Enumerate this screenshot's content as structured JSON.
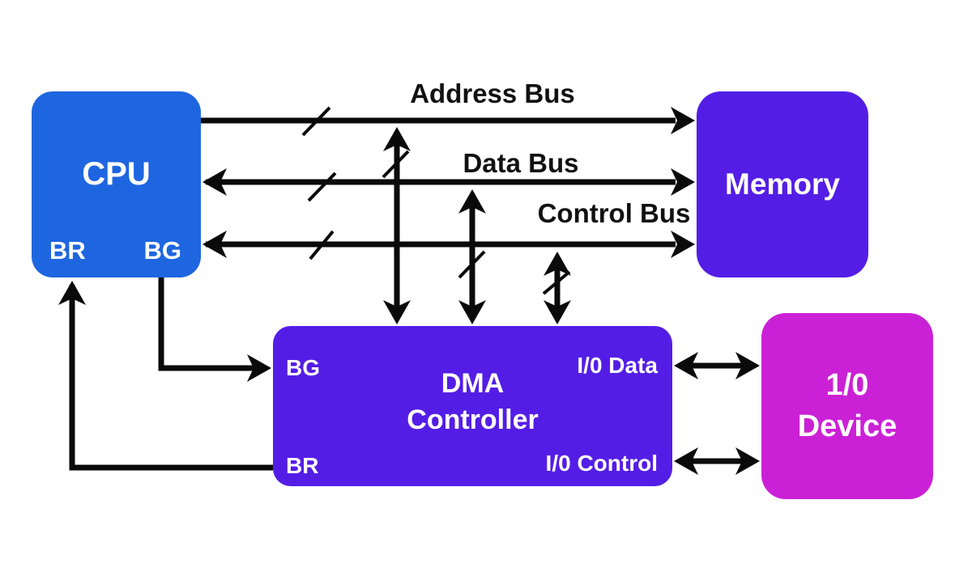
{
  "blocks": {
    "cpu": {
      "label": "CPU",
      "pin_br": "BR",
      "pin_bg": "BG",
      "color": "#1e66e0"
    },
    "memory": {
      "label": "Memory",
      "color": "#541de6"
    },
    "dma": {
      "label_line1": "DMA",
      "label_line2": "Controller",
      "pin_bg": "BG",
      "pin_br": "BR",
      "pin_io_data": "I/0 Data",
      "pin_io_control": "I/0 Control",
      "color": "#541de6"
    },
    "io_device": {
      "label_line1": "1/0",
      "label_line2": "Device",
      "color": "#cb21d6"
    }
  },
  "buses": {
    "address_label": "Address Bus",
    "data_label": "Data Bus",
    "control_label": "Control Bus"
  },
  "colors": {
    "line": "#0a0a0a",
    "block_text": "#ffffff",
    "bus_label_text": "#111111"
  }
}
